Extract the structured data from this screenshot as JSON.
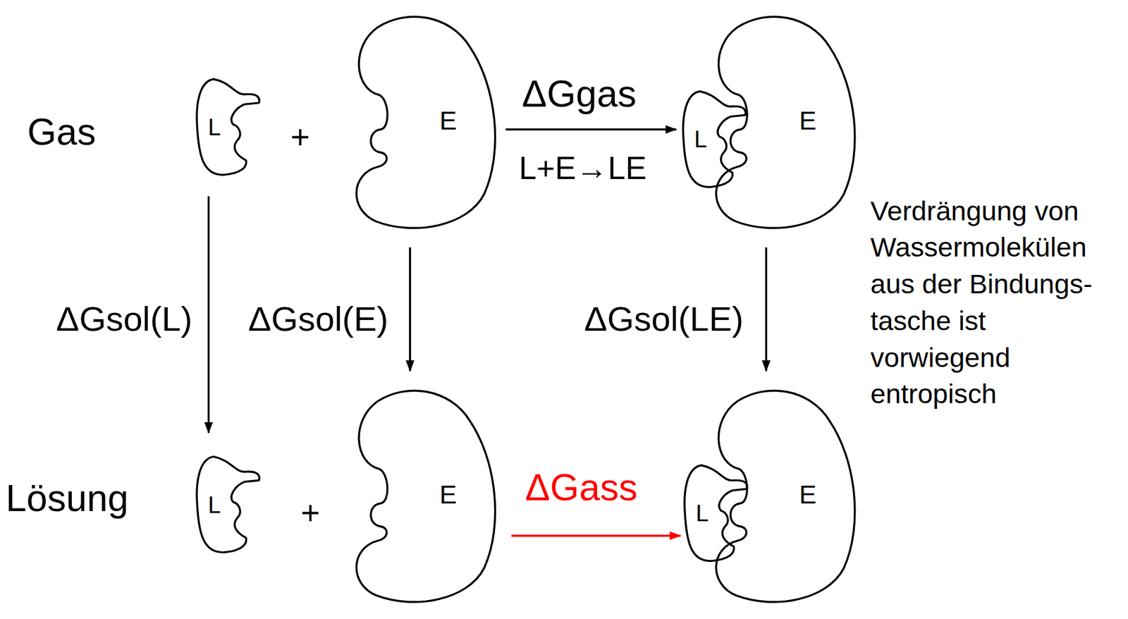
{
  "diagram": {
    "nodes": [
      {
        "text": [
          "L"
        ]
      },
      {
        "text": [
          "E"
        ]
      },
      {
        "text": [
          "L"
        ]
      },
      {
        "text": [
          "E"
        ]
      },
      {
        "text": [
          "L"
        ]
      },
      {
        "text": [
          "E"
        ]
      },
      {
        "text": [
          "L"
        ]
      },
      {
        "text": [
          "E"
        ]
      }
    ],
    "edges": [
      {
        "from": 1,
        "to": 2,
        "arrow": "to",
        "label": "ΔGgas"
      },
      {
        "from": 0,
        "to": 4,
        "arrow": "to",
        "label": "ΔGsol(L)"
      },
      {
        "from": 1,
        "to": 5,
        "arrow": "to",
        "label": "ΔGsol(E)"
      },
      {
        "from": 3,
        "to": 7,
        "arrow": "to",
        "label": "ΔGsol(LE)"
      },
      {
        "from": 5,
        "to": 6,
        "arrow": "to",
        "label": "ΔGass"
      }
    ],
    "labels": [
      "Gas",
      "+",
      "L+E→LE",
      "Lösung",
      "+",
      "Verdrängung von Wassermolekülen aus der Bindungs- tasche ist vorwiegend entropisch"
    ]
  }
}
